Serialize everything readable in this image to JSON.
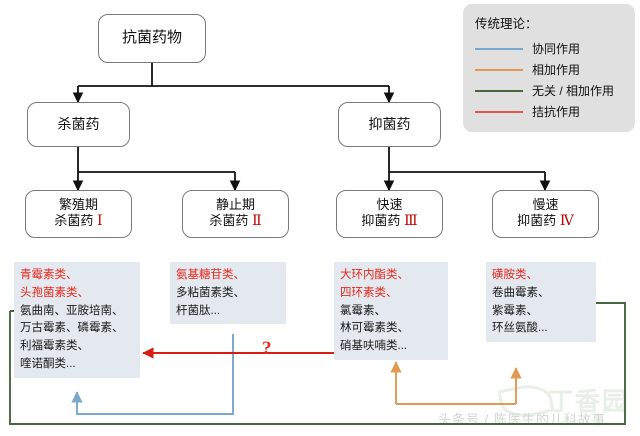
{
  "diagram": {
    "title_node": {
      "label": "抗菌药物"
    },
    "level2": [
      {
        "id": "bactericidal",
        "label": "杀菌药"
      },
      {
        "id": "bacteriostatic",
        "label": "抑菌药"
      }
    ],
    "level3": [
      {
        "id": "cat1",
        "line1": "繁殖期",
        "line2": "杀菌药",
        "numeral": "Ⅰ"
      },
      {
        "id": "cat2",
        "line1": "静止期",
        "line2": "杀菌药",
        "numeral": "Ⅱ"
      },
      {
        "id": "cat3",
        "line1": "快速",
        "line2": "抑菌药",
        "numeral": "Ⅲ"
      },
      {
        "id": "cat4",
        "line1": "慢速",
        "line2": "抑菌药",
        "numeral": "Ⅳ"
      }
    ],
    "drug_lists": [
      {
        "id": "drugs-1",
        "red_lines": [
          "青霉素类、",
          "头孢菌素类、"
        ],
        "black_lines": [
          "氨曲南、亚胺培南、",
          "万古霉素、磷霉素、",
          "利福霉素类、",
          " 喹诺酮类..."
        ]
      },
      {
        "id": "drugs-2",
        "red_lines": [
          "氨基糖苷类、"
        ],
        "black_lines": [
          "多粘菌素类、",
          "杆菌肽..."
        ]
      },
      {
        "id": "drugs-3",
        "red_lines": [
          "大环内酯类、",
          "四环素类、"
        ],
        "black_lines": [
          "氯霉素、",
          "林可霉素类、",
          "硝基呋喃类..."
        ]
      },
      {
        "id": "drugs-4",
        "red_lines": [
          "磺胺类、"
        ],
        "black_lines": [
          "卷曲霉素、",
          "紫霉素、",
          "环丝氨酸..."
        ]
      }
    ],
    "question_marker": "?"
  },
  "legend": {
    "title": "传统理论：",
    "items": [
      {
        "label": "协同作用",
        "color": "#7ba7cc"
      },
      {
        "label": "相加作用",
        "color": "#e0994e"
      },
      {
        "label": "无关 / 相加作用",
        "color": "#47663f"
      },
      {
        "label": "拮抗作用",
        "color": "#e2584f"
      }
    ]
  },
  "watermark": {
    "account": "头条号 / 陈医生的儿科故事",
    "logo": "丁香园"
  },
  "colors": {
    "synergy": "#7ba7cc",
    "additive": "#e0994e",
    "indifferent": "#47663f",
    "antagonism": "#d61f12",
    "box_fill": "#e3e9ef",
    "red_text": "#e8291c",
    "numeral": "#c00000"
  }
}
